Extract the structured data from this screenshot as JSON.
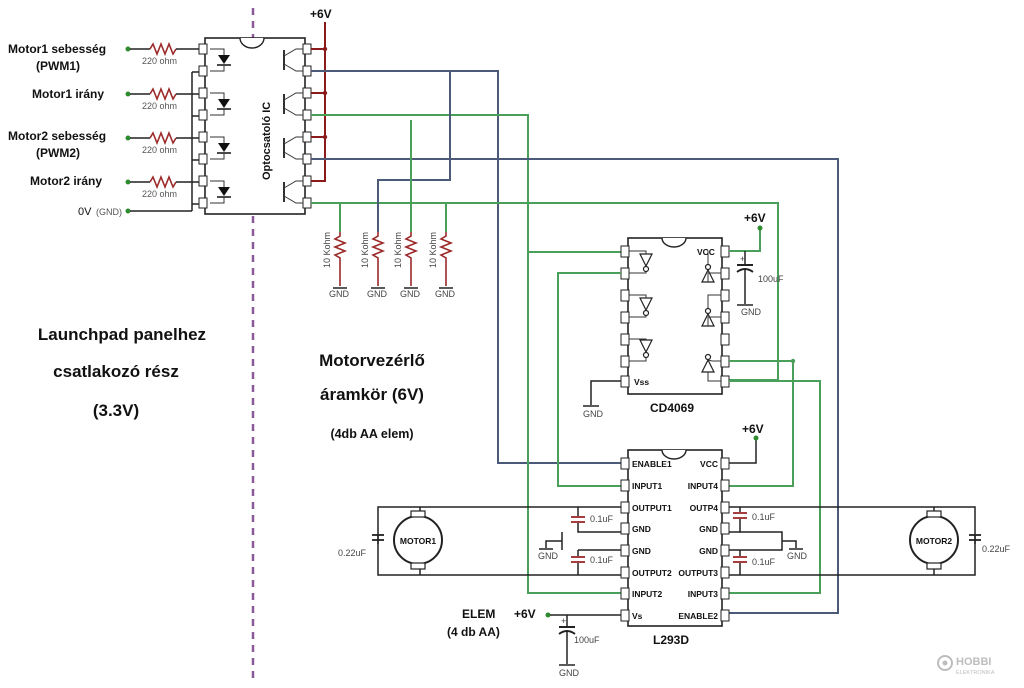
{
  "left_inputs": [
    {
      "line1": "Motor1 sebesség",
      "line2": "(PWM1)"
    },
    {
      "line1": "Motor1 irány",
      "line2": ""
    },
    {
      "line1": "Motor2 sebesség",
      "line2": "(PWM2)"
    },
    {
      "line1": "Motor2 irány",
      "line2": ""
    }
  ],
  "ground_input": {
    "label": "0V",
    "suffix": "(GND)"
  },
  "resistor_220": "220 ohm",
  "resistor_10k": "10 Kohm",
  "optocoupler_label": "Optocsatoló IC",
  "supply_label": "+6V",
  "gnd_label": "GND",
  "left_section": {
    "line1": "Launchpad panelhez",
    "line2": "csatlakozó rész",
    "line3": "(3.3V)"
  },
  "right_section": {
    "line1": "Motorvezérlő",
    "line2": "áramkör (6V)",
    "line3": "(4db AA elem)"
  },
  "cd4069": {
    "name": "CD4069",
    "vcc": "VCC",
    "vss": "Vss"
  },
  "cap_100uf": "100uF",
  "cap_01uf": "0.1uF",
  "cap_022uf": "0.22uF",
  "cap_plus": "+",
  "l293d": {
    "name": "L293D",
    "left_pins": [
      "ENABLE1",
      "INPUT1",
      "OUTPUT1",
      "GND",
      "GND",
      "OUTPUT2",
      "INPUT2",
      "Vs"
    ],
    "right_pins": [
      "VCC",
      "INPUT4",
      "OUTP4",
      "GND",
      "GND",
      "OUTPUT3",
      "INPUT3",
      "ENABLE2"
    ]
  },
  "motor1": "MOTOR1",
  "motor2": "MOTOR2",
  "battery": {
    "line1": "ELEM",
    "line2": "(4 db AA)"
  },
  "watermark": {
    "line1": "HOBBI",
    "line2": "ELEKTRONIKA"
  },
  "colors": {
    "supply": "#8b1a1a",
    "signal_blue": "#4a5a78",
    "signal_green": "#4aa05a",
    "divider": "#8a5a9a"
  }
}
